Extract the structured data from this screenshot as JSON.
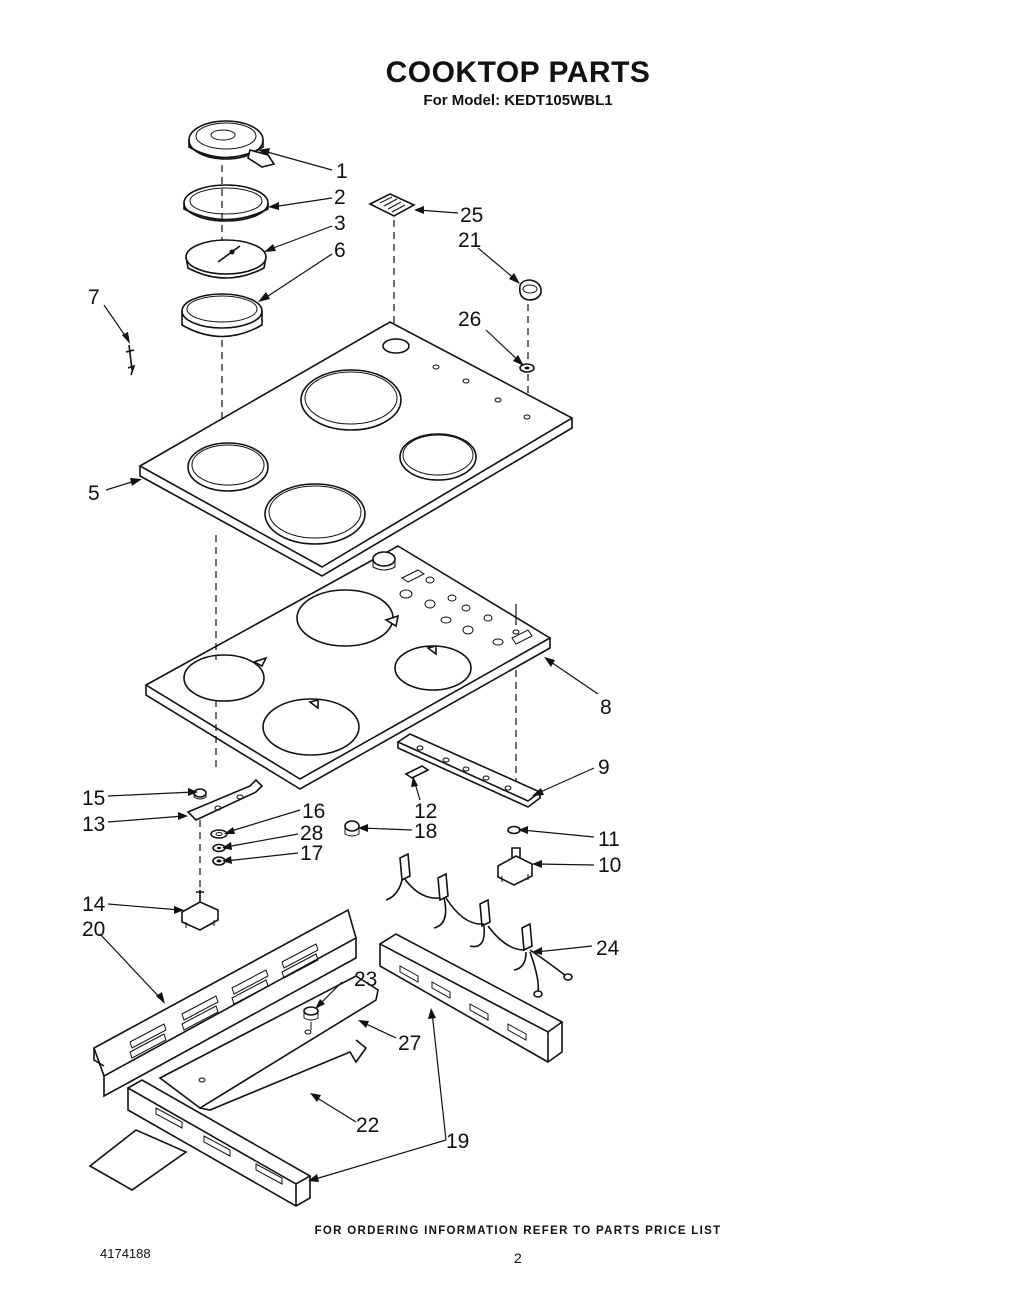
{
  "title": "COOKTOP PARTS",
  "subtitle": "For Model: KEDT105WBL1",
  "footer_note": "FOR ORDERING INFORMATION REFER TO PARTS PRICE LIST",
  "doc_number": "4174188",
  "page_number": "2",
  "callouts": [
    "1",
    "2",
    "3",
    "6",
    "25",
    "21",
    "7",
    "26",
    "5",
    "8",
    "9",
    "15",
    "13",
    "12",
    "16",
    "28",
    "18",
    "11",
    "17",
    "10",
    "14",
    "20",
    "24",
    "23",
    "27",
    "22",
    "19"
  ]
}
